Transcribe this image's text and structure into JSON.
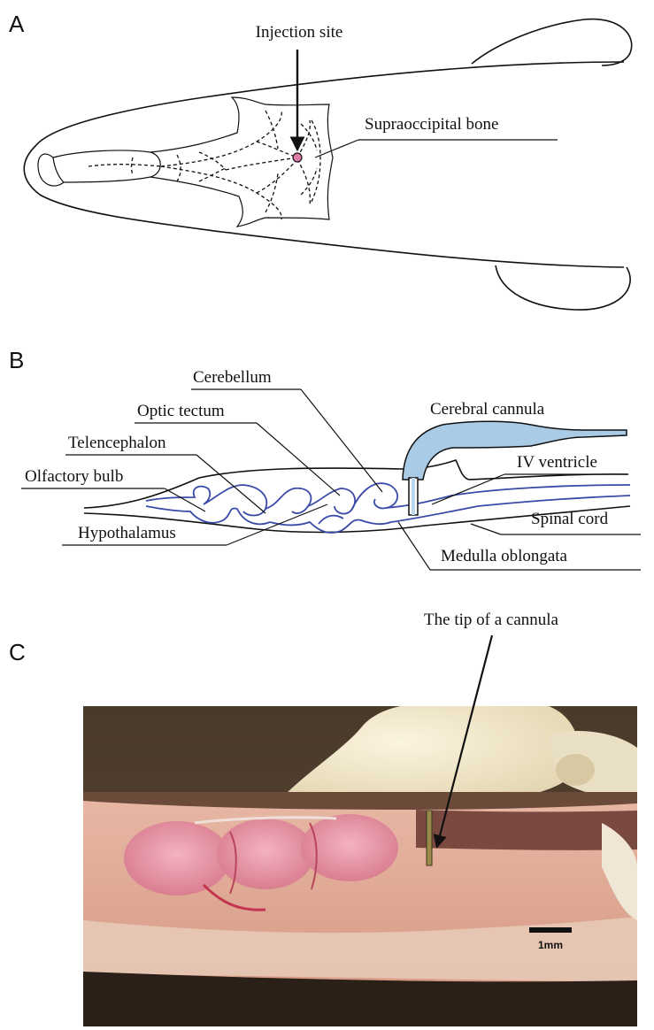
{
  "panels": {
    "a": {
      "letter": "A",
      "labels": {
        "injection_site": "Injection site",
        "supraoccipital_bone": "Supraoccipital bone"
      }
    },
    "b": {
      "letter": "B",
      "labels": {
        "cerebellum": "Cerebellum",
        "optic_tectum": "Optic tectum",
        "telencephalon": "Telencephalon",
        "olfactory_bulb": "Olfactory bulb",
        "hypothalamus": "Hypothalamus",
        "cerebral_cannula": "Cerebral cannula",
        "iv_ventricle": "IV ventricle",
        "spinal_cord": "Spinal cord",
        "medulla_oblongata": "Medulla oblongata"
      }
    },
    "c": {
      "letter": "C",
      "labels": {
        "cannula_tip": "The tip of a cannula",
        "scale_bar": "1mm"
      }
    }
  },
  "colors": {
    "brain_outline": "#3a4aa8",
    "cannula_fill": "#a9cbe6",
    "injection_dot": "#e07aa6"
  }
}
